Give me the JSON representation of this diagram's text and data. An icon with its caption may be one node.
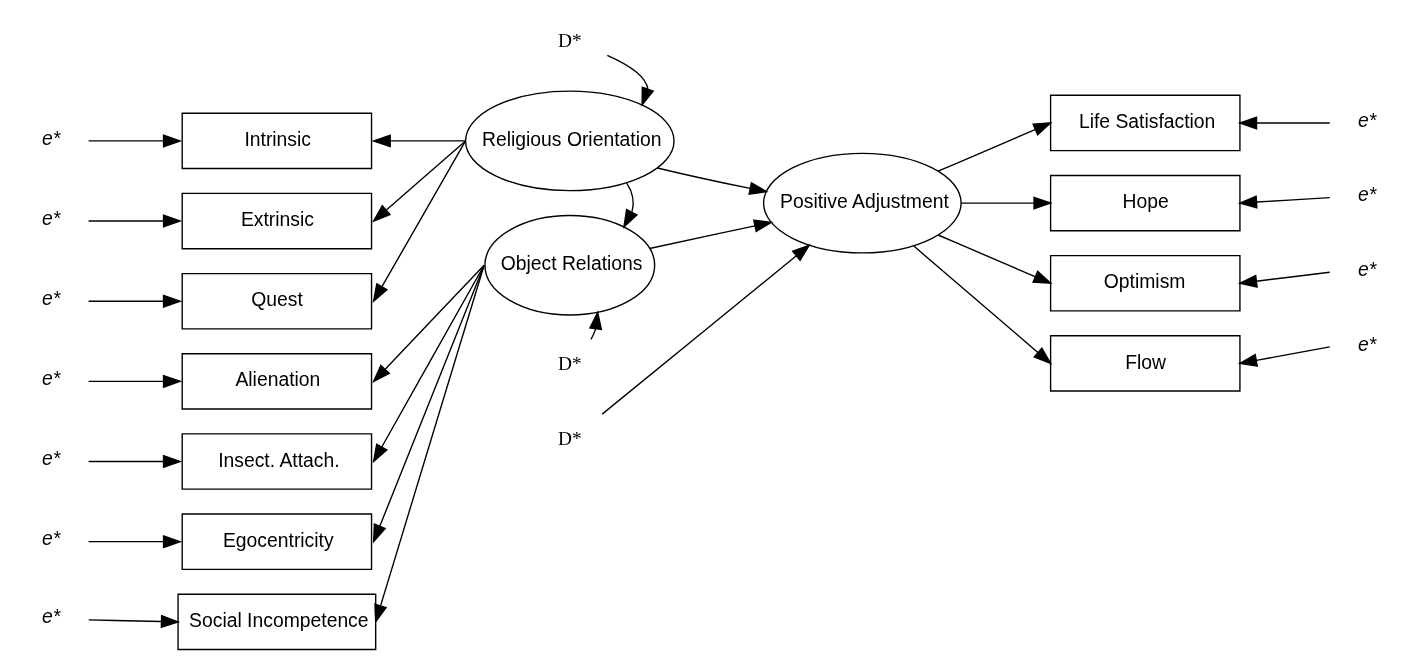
{
  "diagram": {
    "nodes": [
      {
        "text": [
          "Intrinsic"
        ]
      },
      {
        "text": [
          "Extrinsic"
        ]
      },
      {
        "text": [
          "Quest"
        ]
      },
      {
        "text": [
          "Alienation"
        ]
      },
      {
        "text": [
          "Insect. Attach."
        ]
      },
      {
        "text": [
          "Egocentricity"
        ]
      },
      {
        "text": [
          "Social Incompetence"
        ]
      },
      {
        "text": [
          "Religious Orientation"
        ]
      },
      {
        "text": [
          "Object Relations"
        ]
      },
      {
        "text": [
          "Positive Adjustment"
        ]
      },
      {
        "text": [
          "Life Satisfaction"
        ]
      },
      {
        "text": [
          "Hope"
        ]
      },
      {
        "text": [
          "Optimism"
        ]
      },
      {
        "text": [
          "Flow"
        ]
      },
      {
        "text": [
          "e*"
        ]
      },
      {
        "text": [
          "e*"
        ]
      },
      {
        "text": [
          "e*"
        ]
      },
      {
        "text": [
          "e*"
        ]
      },
      {
        "text": [
          "e*"
        ]
      },
      {
        "text": [
          "e*"
        ]
      },
      {
        "text": [
          "e*"
        ]
      },
      {
        "text": [
          "e*"
        ]
      },
      {
        "text": [
          "e*"
        ]
      },
      {
        "text": [
          "e*"
        ]
      },
      {
        "text": [
          "e*"
        ]
      },
      {
        "text": [
          "D*"
        ]
      },
      {
        "text": [
          "D*"
        ]
      },
      {
        "text": [
          "D*"
        ]
      }
    ],
    "edges": [
      {
        "from": 14,
        "to": 0,
        "arrow": "to"
      },
      {
        "from": 15,
        "to": 1,
        "arrow": "to"
      },
      {
        "from": 16,
        "to": 2,
        "arrow": "to"
      },
      {
        "from": 17,
        "to": 3,
        "arrow": "to"
      },
      {
        "from": 18,
        "to": 4,
        "arrow": "to"
      },
      {
        "from": 19,
        "to": 5,
        "arrow": "to"
      },
      {
        "from": 20,
        "to": 6,
        "arrow": "to"
      },
      {
        "from": 7,
        "to": 0,
        "arrow": "to"
      },
      {
        "from": 7,
        "to": 1,
        "arrow": "to"
      },
      {
        "from": 7,
        "to": 2,
        "arrow": "to"
      },
      {
        "from": 8,
        "to": 3,
        "arrow": "to"
      },
      {
        "from": 8,
        "to": 4,
        "arrow": "to"
      },
      {
        "from": 8,
        "to": 5,
        "arrow": "to"
      },
      {
        "from": 8,
        "to": 6,
        "arrow": "to"
      },
      {
        "from": 25,
        "to": 7,
        "arrow": "to"
      },
      {
        "from": 7,
        "to": 8,
        "arrow": "to"
      },
      {
        "from": 7,
        "to": 9,
        "arrow": "to"
      },
      {
        "from": 8,
        "to": 9,
        "arrow": "to"
      },
      {
        "from": 27,
        "to": 8,
        "arrow": "to"
      },
      {
        "from": 26,
        "to": 9,
        "arrow": "to"
      },
      {
        "from": 9,
        "to": 10,
        "arrow": "to"
      },
      {
        "from": 9,
        "to": 11,
        "arrow": "to"
      },
      {
        "from": 9,
        "to": 12,
        "arrow": "to"
      },
      {
        "from": 9,
        "to": 13,
        "arrow": "to"
      },
      {
        "from": 21,
        "to": 10,
        "arrow": "to"
      },
      {
        "from": 22,
        "to": 11,
        "arrow": "to"
      },
      {
        "from": 23,
        "to": 12,
        "arrow": "to"
      },
      {
        "from": 24,
        "to": 13,
        "arrow": "to"
      }
    ]
  }
}
